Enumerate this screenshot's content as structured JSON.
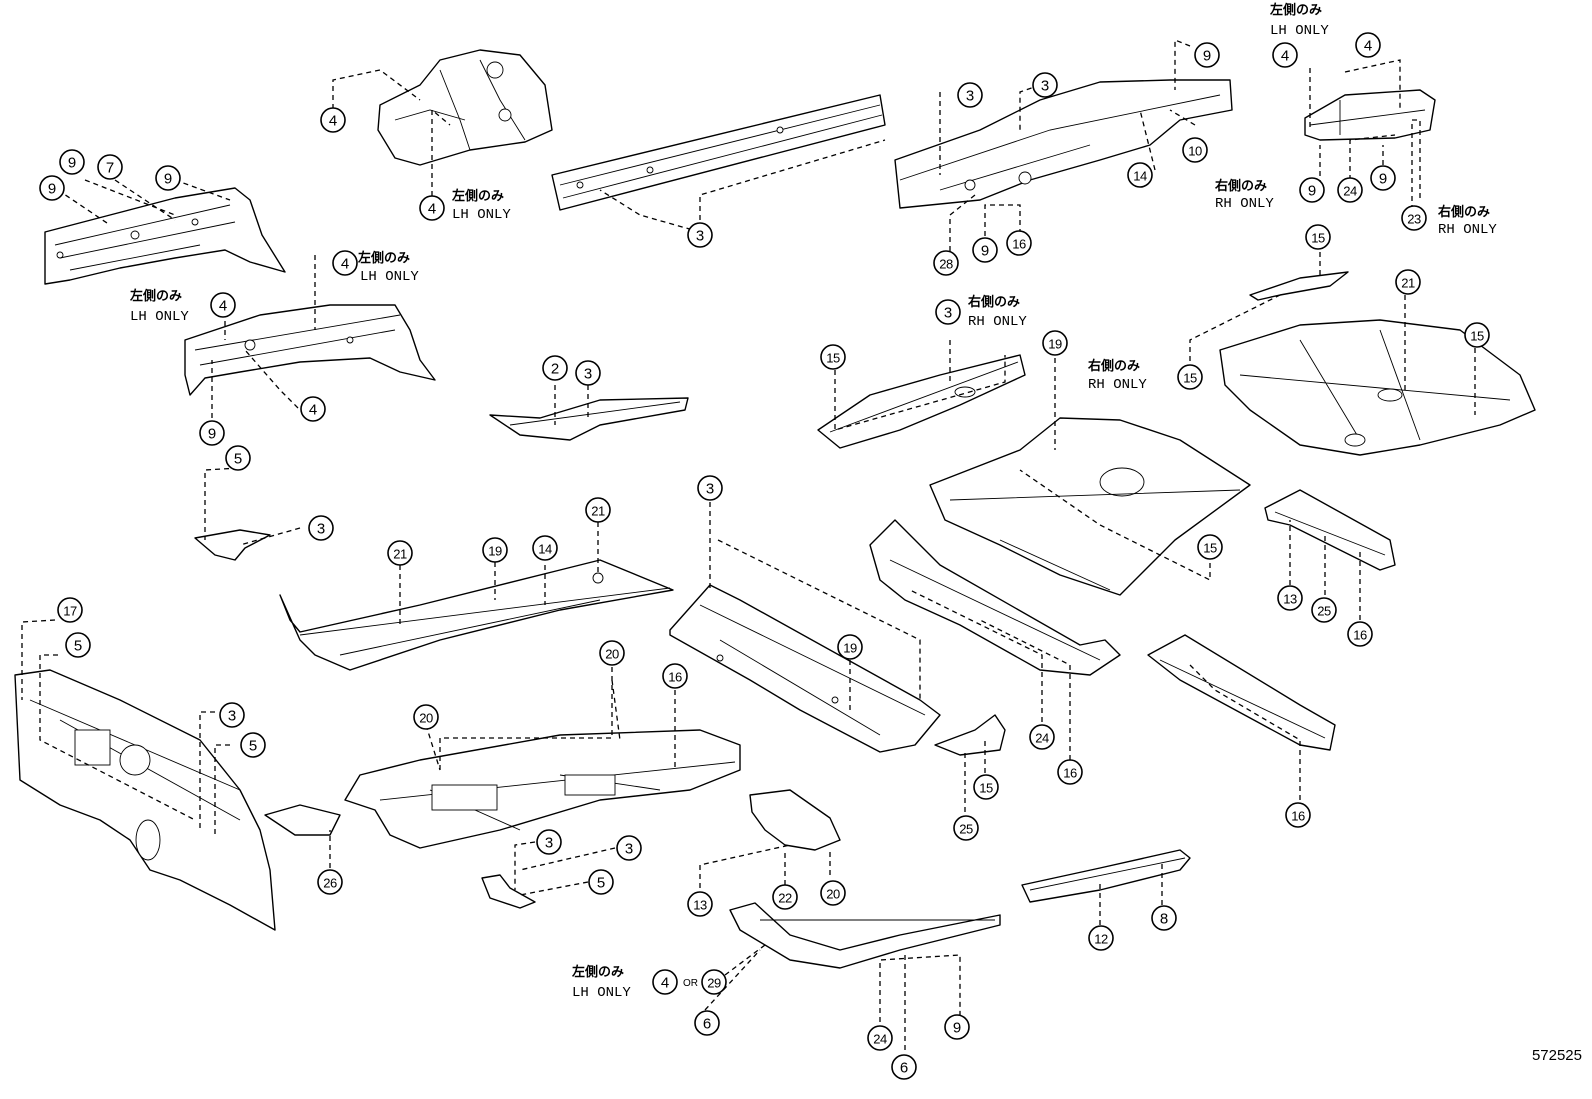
{
  "callouts": [
    {
      "n": "9"
    },
    {
      "n": "7"
    },
    {
      "n": "9"
    },
    {
      "n": "9"
    },
    {
      "n": "4"
    },
    {
      "n": "4"
    },
    {
      "n": "4"
    },
    {
      "n": "4"
    },
    {
      "n": "4"
    },
    {
      "n": "9"
    },
    {
      "n": "5"
    },
    {
      "n": "3"
    },
    {
      "n": "3"
    },
    {
      "n": "2"
    },
    {
      "n": "3"
    },
    {
      "n": "3"
    },
    {
      "n": "3"
    },
    {
      "n": "9"
    },
    {
      "n": "10"
    },
    {
      "n": "14"
    },
    {
      "n": "28"
    },
    {
      "n": "9"
    },
    {
      "n": "16"
    },
    {
      "n": "4"
    },
    {
      "n": "4"
    },
    {
      "n": "9"
    },
    {
      "n": "24"
    },
    {
      "n": "9"
    },
    {
      "n": "23"
    },
    {
      "n": "3"
    },
    {
      "n": "15"
    },
    {
      "n": "19"
    },
    {
      "n": "15"
    },
    {
      "n": "21"
    },
    {
      "n": "15"
    },
    {
      "n": "15"
    },
    {
      "n": "15"
    },
    {
      "n": "21"
    },
    {
      "n": "19"
    },
    {
      "n": "14"
    },
    {
      "n": "21"
    },
    {
      "n": "3"
    },
    {
      "n": "19"
    },
    {
      "n": "13"
    },
    {
      "n": "25"
    },
    {
      "n": "16"
    },
    {
      "n": "24"
    },
    {
      "n": "16"
    },
    {
      "n": "17"
    },
    {
      "n": "5"
    },
    {
      "n": "3"
    },
    {
      "n": "5"
    },
    {
      "n": "26"
    },
    {
      "n": "20"
    },
    {
      "n": "20"
    },
    {
      "n": "16"
    },
    {
      "n": "3"
    },
    {
      "n": "3"
    },
    {
      "n": "5"
    },
    {
      "n": "25"
    },
    {
      "n": "15"
    },
    {
      "n": "16"
    },
    {
      "n": "13"
    },
    {
      "n": "22"
    },
    {
      "n": "20"
    },
    {
      "n": "12"
    },
    {
      "n": "8"
    },
    {
      "n": "4"
    },
    {
      "n": "29"
    },
    {
      "n": "6"
    },
    {
      "n": "24"
    },
    {
      "n": "9"
    },
    {
      "n": "6"
    }
  ],
  "notes": [
    {
      "jp": "左側のみ",
      "en": "LH ONLY"
    },
    {
      "jp": "左側のみ",
      "en": "LH ONLY"
    },
    {
      "jp": "左側のみ",
      "en": "LH ONLY"
    },
    {
      "jp": "左側のみ",
      "en": "LH ONLY"
    },
    {
      "jp": "右側のみ",
      "en": "RH ONLY"
    },
    {
      "jp": "右側のみ",
      "en": "RH ONLY"
    },
    {
      "jp": "右側のみ",
      "en": "RH ONLY"
    },
    {
      "jp": "右側のみ",
      "en": "RH ONLY"
    },
    {
      "jp": "左側のみ",
      "en": "LH ONLY"
    }
  ],
  "or_label": "OR",
  "reference_number": "572525"
}
